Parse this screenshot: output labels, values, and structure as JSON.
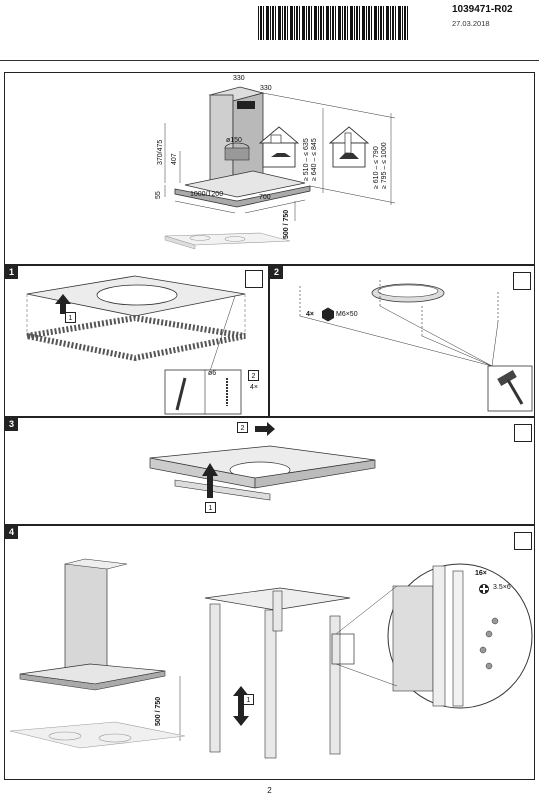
{
  "header": {
    "doc_id": "1039471-R02",
    "date": "27.03.2018"
  },
  "overview": {
    "dim_width_top": "330",
    "dim_depth_top": "330",
    "dim_heights_left": "370/475",
    "dim_407": "407",
    "dim_dia": "ø150",
    "dim_55": "55",
    "dim_width_bottom": "1000/1200",
    "dim_depth_bottom": "700",
    "range_recirc_1": "≥ 510 – ≤ 635",
    "range_recirc_2": "≥ 640 – ≤ 845",
    "range_exhaust_1": "≥ 610 – ≤ 790",
    "range_exhaust_2": "≥ 795 – ≤ 1000",
    "min_distance": "500 / 750"
  },
  "step1": {
    "number": "1",
    "label_1": "1",
    "label_2": "2",
    "drill_dia": "ø6",
    "count": "4×"
  },
  "step2": {
    "number": "2",
    "screw_spec": "M6×50",
    "count": "4×"
  },
  "step3": {
    "number": "3",
    "label_1": "1",
    "label_2": "2"
  },
  "step4": {
    "number": "4",
    "label_1": "1",
    "min_distance": "500 / 750",
    "screw_count": "16×",
    "screw_spec": "3.5×6"
  },
  "footer": {
    "page_number": "2"
  }
}
